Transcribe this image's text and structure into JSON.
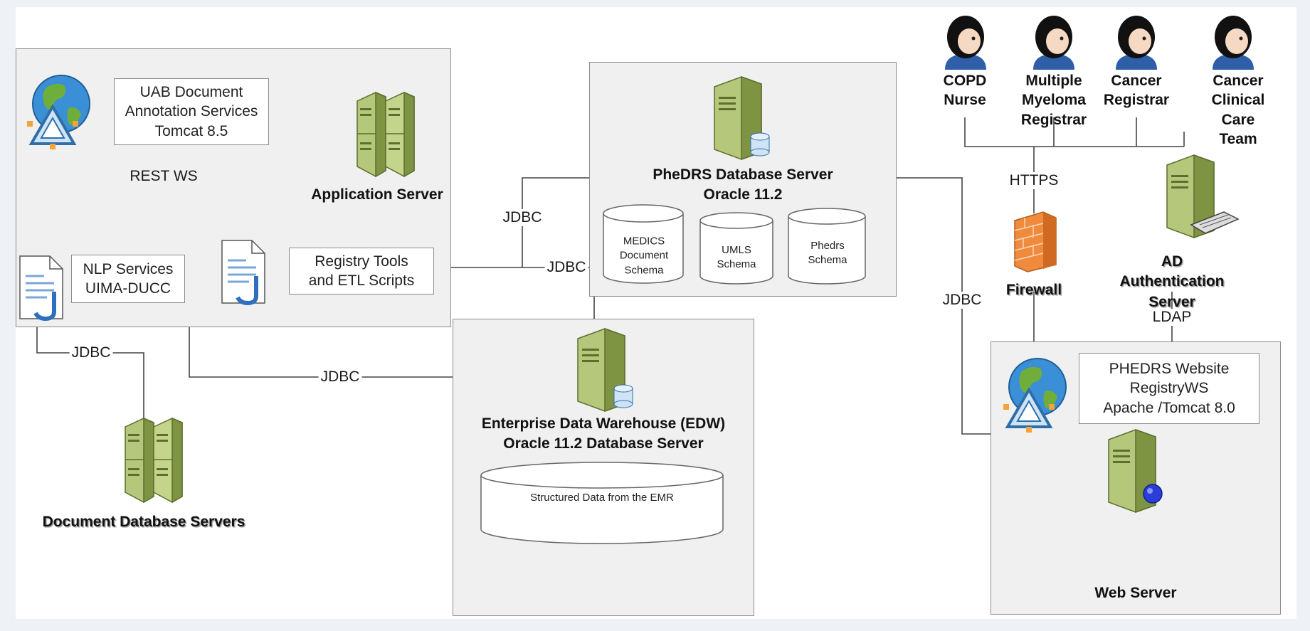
{
  "diagram": {
    "app_server": {
      "title": "Application Server",
      "uab_box": "UAB Document\nAnnotation Services\nTomcat 8.5",
      "nlp_box": "NLP Services\nUIMA-DUCC",
      "registry_box": "Registry Tools\nand ETL Scripts"
    },
    "phedrs_db": {
      "title": "PheDRS Database Server\nOracle 11.2",
      "schemas": [
        "MEDICS\nDocument\nSchema",
        "UMLS\nSchema",
        "Phedrs\nSchema"
      ]
    },
    "edw": {
      "title": "Enterprise Data Warehouse (EDW)\nOracle 11.2 Database Server",
      "cylinder_label": "Structured Data from the EMR"
    },
    "document_db": {
      "title": "Document Database Servers"
    },
    "users": [
      {
        "label": "COPD\nNurse"
      },
      {
        "label": "Multiple\nMyeloma\nRegistrar"
      },
      {
        "label": "Cancer\nRegistrar"
      },
      {
        "label": "Cancer\nClinical Care\nTeam"
      }
    ],
    "firewall": {
      "title": "Firewall"
    },
    "ad_server": {
      "title": "AD Authentication\nServer"
    },
    "web_server": {
      "title": "Web Server",
      "box": "PHEDRS Website\nRegistryWS\nApache /Tomcat 8.0"
    },
    "connections": {
      "rest_ws": "REST WS",
      "jdbc": "JDBC",
      "https": "HTTPS",
      "ldap": "LDAP"
    },
    "colors": {
      "server_green": "#b5c77a",
      "server_dark": "#7e9443",
      "panel_bg": "#f0f0f0",
      "firewall_orange": "#f08a3c",
      "globe_blue": "#3a8fd6",
      "globe_green": "#6fae3a",
      "db_blue": "#cfe3f7"
    }
  }
}
